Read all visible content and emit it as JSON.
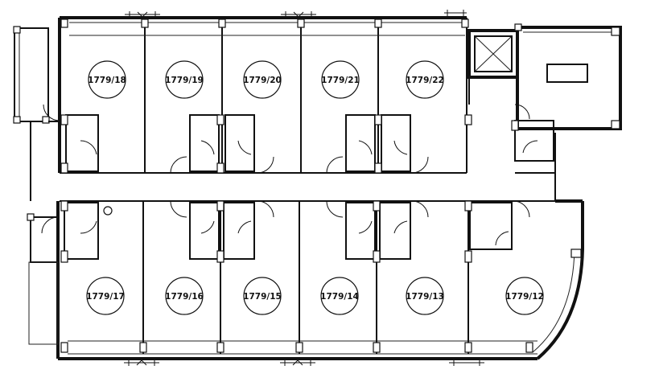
{
  "rooms_top": [
    {
      "label": "1779/18"
    },
    {
      "label": "1779/19"
    },
    {
      "label": "1779/20"
    },
    {
      "label": "1779/21"
    },
    {
      "label": "1779/22"
    }
  ],
  "rooms_bottom": [
    {
      "label": "1779/17"
    },
    {
      "label": "1779/16"
    },
    {
      "label": "1779/15"
    },
    {
      "label": "1779/14"
    },
    {
      "label": "1779/13"
    },
    {
      "label": "1779/12"
    }
  ]
}
